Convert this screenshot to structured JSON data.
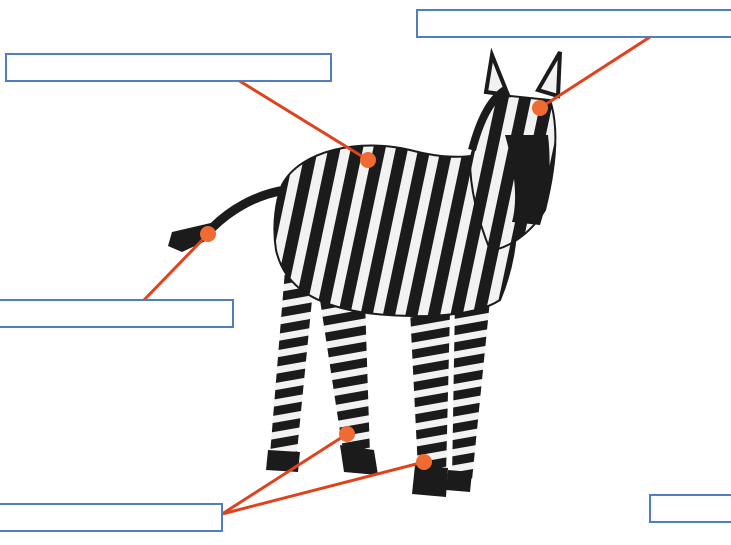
{
  "diagram": {
    "subject": "zebra",
    "labels": [
      {
        "id": "head",
        "text": ""
      },
      {
        "id": "back",
        "text": ""
      },
      {
        "id": "tail",
        "text": ""
      },
      {
        "id": "legs",
        "text": ""
      },
      {
        "id": "extra",
        "text": ""
      }
    ]
  },
  "colors": {
    "box_border": "#4f7fc0",
    "leader_line": "#e0421c",
    "marker": "#f06a33",
    "zebra_black": "#1b1b1b",
    "zebra_white": "#f2f2f2"
  }
}
